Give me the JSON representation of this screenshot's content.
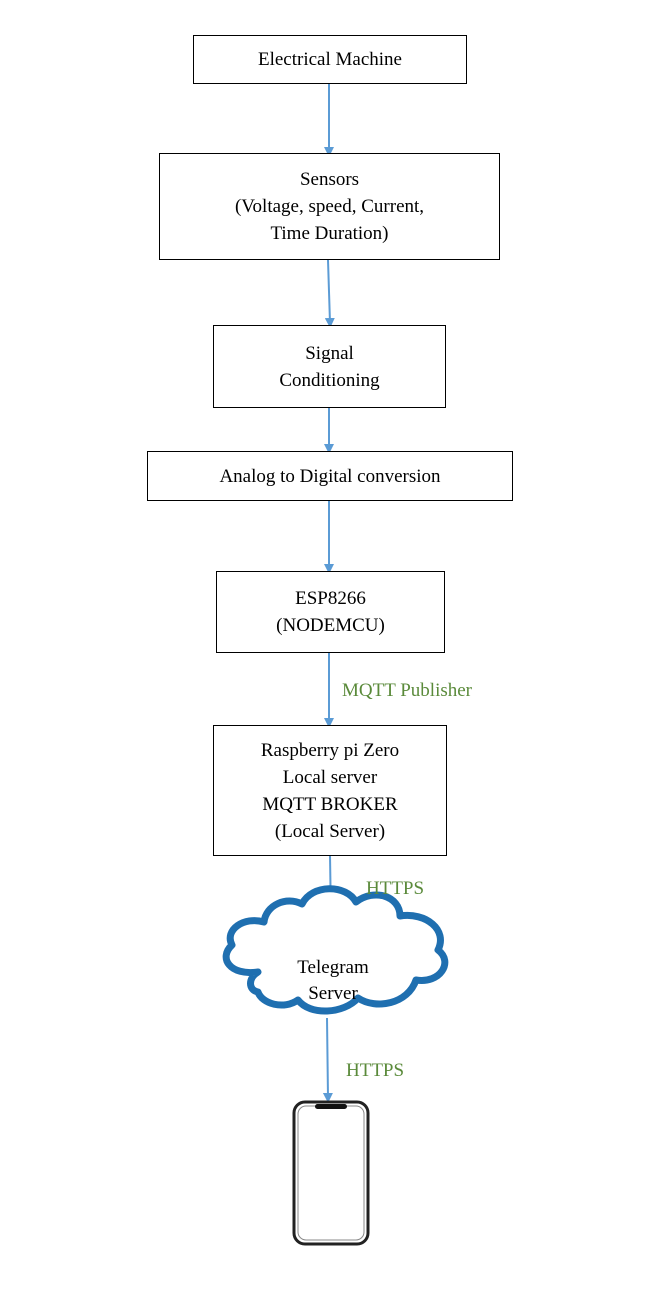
{
  "nodes": {
    "machine": {
      "lines": [
        "Electrical Machine"
      ]
    },
    "sensors": {
      "lines": [
        "Sensors",
        "(Voltage, speed, Current,",
        "Time Duration)"
      ]
    },
    "conditioning": {
      "lines": [
        "Signal",
        "Conditioning"
      ]
    },
    "adc": {
      "lines": [
        "Analog to Digital conversion"
      ]
    },
    "esp": {
      "lines": [
        "ESP8266",
        "(NODEMCU)"
      ]
    },
    "raspberry": {
      "lines": [
        "Raspberry pi Zero",
        "Local server",
        "MQTT BROKER",
        "(Local Server)"
      ]
    },
    "telegram": {
      "lines": [
        "Telegram",
        "Server"
      ]
    }
  },
  "edges": {
    "mqtt_publisher": "MQTT Publisher",
    "https_1": "HTTPS",
    "https_2": "HTTPS"
  },
  "colors": {
    "arrow": "#5b9bd5",
    "edge_label": "#5a8a3a",
    "cloud_outline": "#1f6fb0"
  },
  "icons": {
    "device": "smartphone-icon",
    "cloud": "cloud-icon"
  }
}
